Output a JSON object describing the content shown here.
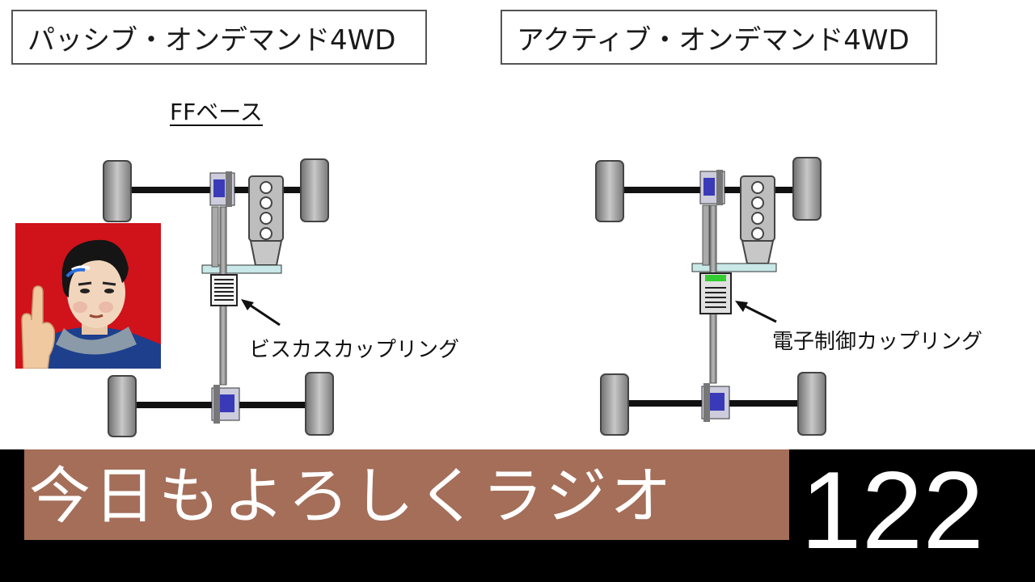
{
  "diagrams": {
    "left": {
      "title": "パッシブ・オンデマンド4WD",
      "base_label": "FFベース",
      "coupling_label": "ビスカスカップリング"
    },
    "right": {
      "title": "アクティブ・オンデマンド4WD",
      "coupling_label": "電子制御カップリング"
    }
  },
  "banner": {
    "title": "今日もよろしくラジオ",
    "episode": "122"
  },
  "colors": {
    "banner_background": "#000000",
    "title_background": "#a46e59",
    "avatar_background": "#d0121b",
    "tire": "#9a9a9a",
    "differential": "#3a3ab8",
    "coupling_active": "#33cc33"
  },
  "icons": {
    "avatar": "host-avatar-peace-sign"
  }
}
